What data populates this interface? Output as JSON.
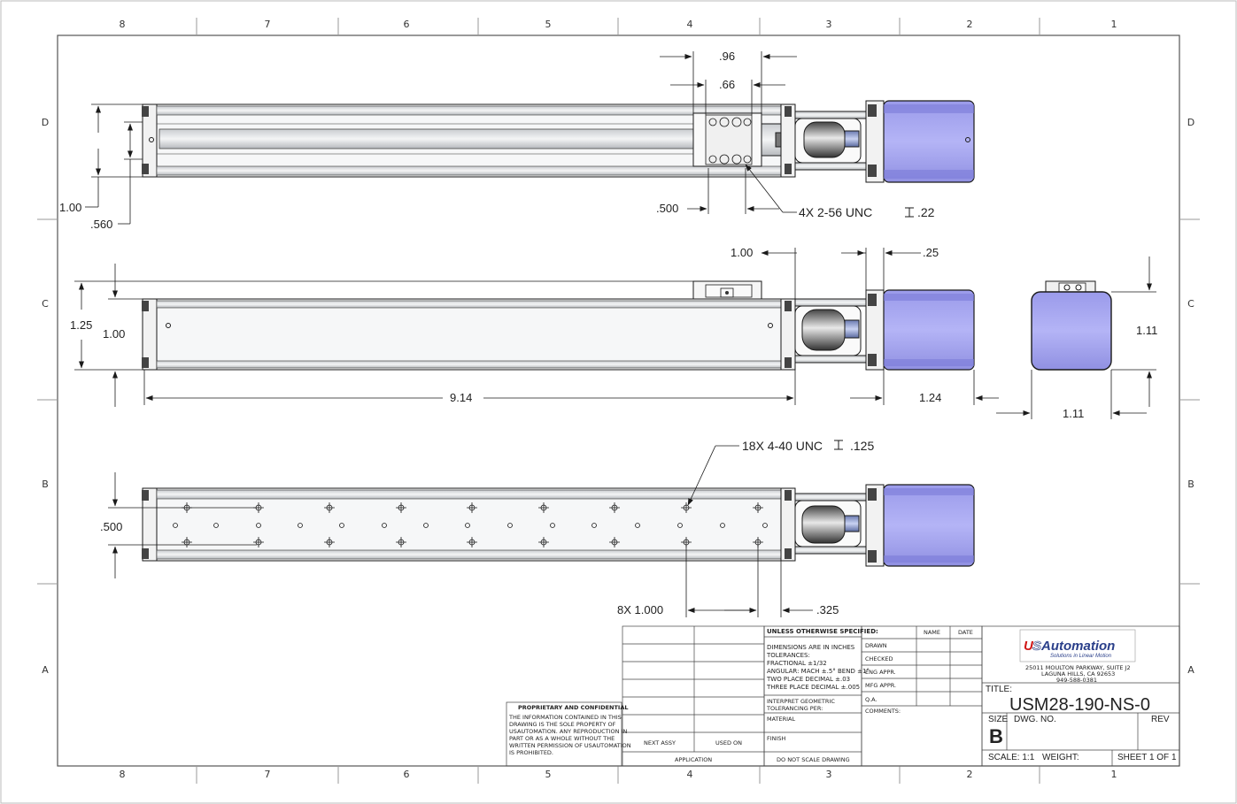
{
  "zones": {
    "columns": [
      "8",
      "7",
      "6",
      "5",
      "4",
      "3",
      "2",
      "1"
    ],
    "rows": [
      "D",
      "C",
      "B",
      "A"
    ]
  },
  "dimensions": {
    "top_view": {
      "d096": ".96",
      "d066": ".66",
      "d100": "1.00",
      "d0560": ".560",
      "d0500": ".500",
      "callout": "4X 2-56 UNC",
      "callout_depth": ".22"
    },
    "side_view": {
      "d100_top": "1.00",
      "d025": ".25",
      "d125": "1.25",
      "d100_left": "1.00",
      "d914": "9.14",
      "d124": "1.24"
    },
    "end_view": {
      "d111_h": "1.11",
      "d111_w": "1.11"
    },
    "bottom_view": {
      "callout": "18X 4-40 UNC",
      "callout_depth": ".125",
      "d0500": ".500",
      "d8x": "8X 1.000",
      "d0325": ".325"
    }
  },
  "title_block": {
    "proprietary": {
      "heading": "PROPRIETARY AND CONFIDENTIAL",
      "lines": [
        "THE INFORMATION CONTAINED IN THIS",
        "DRAWING IS THE SOLE PROPERTY OF",
        "USAUTOMATION. ANY REPRODUCTION IN",
        "PART OR AS A WHOLE WITHOUT THE",
        "WRITTEN PERMISSION OF USAUTOMATION",
        "IS PROHIBITED."
      ]
    },
    "next_assy": "NEXT ASSY",
    "used_on": "USED ON",
    "application": "APPLICATION",
    "spec": {
      "heading": "UNLESS OTHERWISE SPECIFIED:",
      "lines": [
        "DIMENSIONS ARE IN INCHES",
        "TOLERANCES:",
        "FRACTIONAL ±1/32",
        "ANGULAR: MACH ±.5° BEND ±1°",
        "TWO PLACE DECIMAL ±.03",
        "THREE PLACE DECIMAL ±.005"
      ],
      "interpret": [
        "INTERPRET GEOMETRIC",
        "TOLERANCING PER:"
      ],
      "material": "MATERIAL",
      "finish": "FINISH",
      "do_not_scale": "DO NOT SCALE DRAWING"
    },
    "approvals": {
      "name": "NAME",
      "date": "DATE",
      "rows": [
        "DRAWN",
        "CHECKED",
        "ENG APPR.",
        "MFG APPR.",
        "Q.A."
      ],
      "comments": "COMMENTS:"
    },
    "company": {
      "logo_u": "U",
      "logo_s": "S",
      "logo_word": "Automation",
      "tagline": "Solutions in Linear Motion",
      "address1": "25011 MOULTON PARKWAY, SUITE J2",
      "address2": "LAGUNA HILLS, CA 92653",
      "phone": "949-588-0381"
    },
    "title_label": "TITLE:",
    "title": "USM28-190-NS-0",
    "size_label": "SIZE",
    "size": "B",
    "dwg_no_label": "DWG.  NO.",
    "rev_label": "REV",
    "scale": "SCALE: 1:1",
    "weight": "WEIGHT:",
    "sheet": "SHEET 1 OF 1"
  },
  "colors": {
    "motor": "#a8a8f0",
    "motor_edge": "#6a6ad0",
    "rail": "#e6e8ea",
    "rail_dark": "#b8bcc0",
    "line": "#1a1a1a"
  }
}
